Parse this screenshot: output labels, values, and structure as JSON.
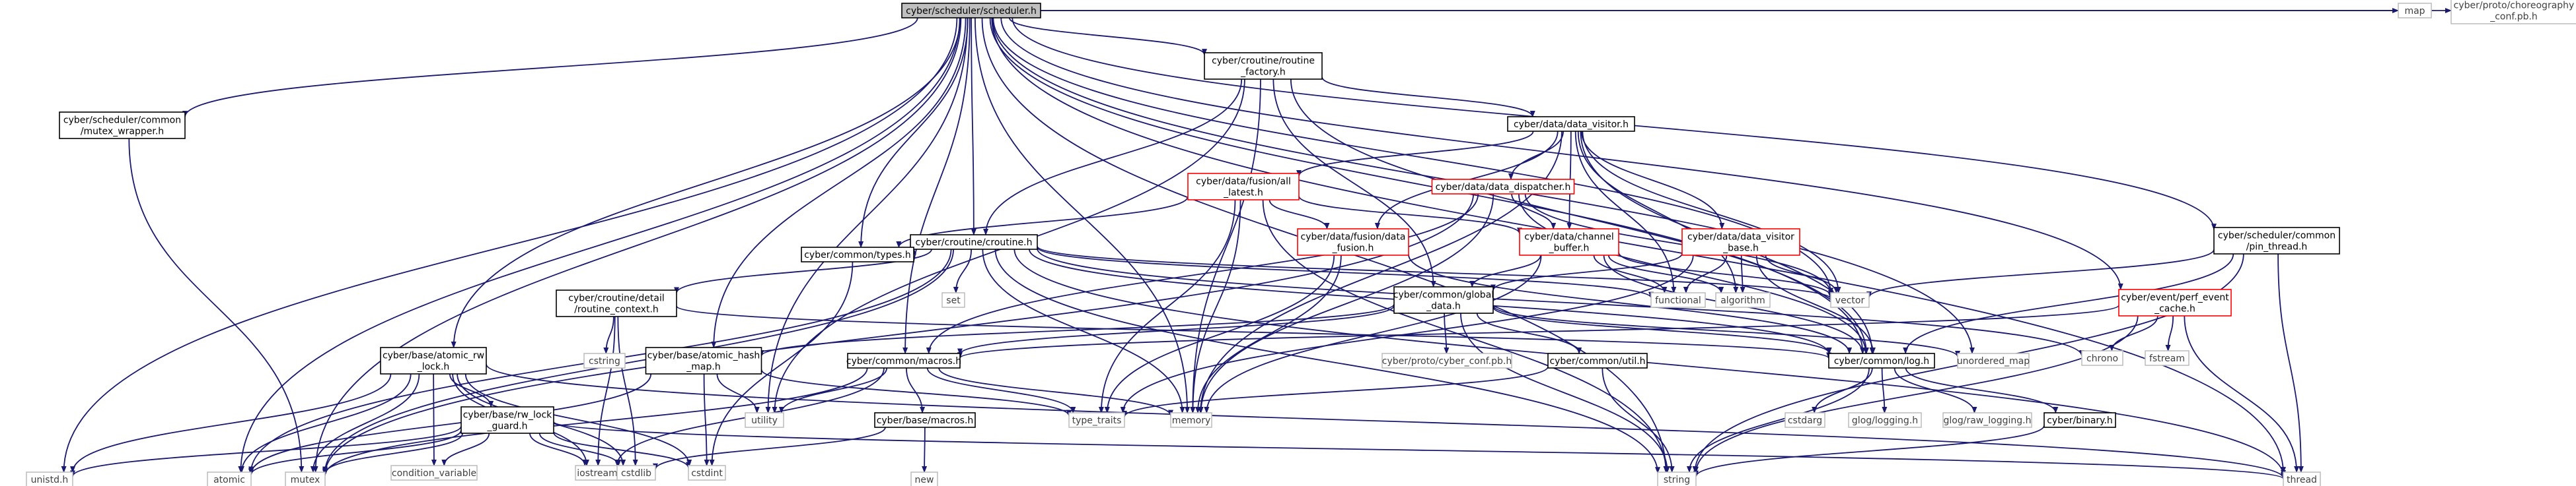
{
  "nodes": [
    {
      "id": "root",
      "lines": [
        "cyber/scheduler/scheduler.h"
      ],
      "style": "root"
    },
    {
      "id": "unistd",
      "lines": [
        "unistd.h"
      ],
      "style": "grey"
    },
    {
      "id": "atomic",
      "lines": [
        "atomic"
      ],
      "style": "grey"
    },
    {
      "id": "mutex",
      "lines": [
        "mutex"
      ],
      "style": "grey"
    },
    {
      "id": "mutex_wrapper",
      "lines": [
        "cyber/scheduler/common",
        "/mutex_wrapper.h"
      ],
      "style": "black"
    },
    {
      "id": "routine_factory",
      "lines": [
        "cyber/croutine/routine",
        "_factory.h"
      ],
      "style": "black"
    },
    {
      "id": "data_visitor",
      "lines": [
        "cyber/data/data_visitor.h"
      ],
      "style": "black"
    },
    {
      "id": "all_latest",
      "lines": [
        "cyber/data/fusion/all",
        "_latest.h"
      ],
      "style": "red"
    },
    {
      "id": "data_dispatcher",
      "lines": [
        "cyber/data/data_dispatcher.h"
      ],
      "style": "red"
    },
    {
      "id": "data_fusion",
      "lines": [
        "cyber/data/fusion/data",
        "_fusion.h"
      ],
      "style": "red"
    },
    {
      "id": "channel_buffer",
      "lines": [
        "cyber/data/channel",
        "_buffer.h"
      ],
      "style": "red"
    },
    {
      "id": "data_visitor_base",
      "lines": [
        "cyber/data/data_visitor",
        "_base.h"
      ],
      "style": "red"
    },
    {
      "id": "croutine",
      "lines": [
        "cyber/croutine/croutine.h"
      ],
      "style": "black"
    },
    {
      "id": "types",
      "lines": [
        "cyber/common/types.h"
      ],
      "style": "black"
    },
    {
      "id": "set",
      "lines": [
        "set"
      ],
      "style": "grey"
    },
    {
      "id": "routine_context",
      "lines": [
        "cyber/croutine/detail",
        "/routine_context.h"
      ],
      "style": "black"
    },
    {
      "id": "cstring",
      "lines": [
        "cstring"
      ],
      "style": "grey"
    },
    {
      "id": "global_data",
      "lines": [
        "cyber/common/global",
        "_data.h"
      ],
      "style": "black"
    },
    {
      "id": "functional",
      "lines": [
        "functional"
      ],
      "style": "grey"
    },
    {
      "id": "algorithm",
      "lines": [
        "algorithm"
      ],
      "style": "grey"
    },
    {
      "id": "vector",
      "lines": [
        "vector"
      ],
      "style": "grey"
    },
    {
      "id": "pin_thread",
      "lines": [
        "cyber/scheduler/common",
        "/pin_thread.h"
      ],
      "style": "black"
    },
    {
      "id": "map",
      "lines": [
        "map"
      ],
      "style": "grey"
    },
    {
      "id": "choreography",
      "lines": [
        "cyber/proto/choreography",
        "_conf.pb.h"
      ],
      "style": "grey"
    },
    {
      "id": "perf_event_cache",
      "lines": [
        "cyber/event/perf_event",
        "_cache.h"
      ],
      "style": "red"
    },
    {
      "id": "chrono",
      "lines": [
        "chrono"
      ],
      "style": "grey"
    },
    {
      "id": "fstream",
      "lines": [
        "fstream"
      ],
      "style": "grey"
    },
    {
      "id": "atomic_rw_lock",
      "lines": [
        "cyber/base/atomic_rw",
        "_lock.h"
      ],
      "style": "black"
    },
    {
      "id": "atomic_hash_map",
      "lines": [
        "cyber/base/atomic_hash",
        "_map.h"
      ],
      "style": "black"
    },
    {
      "id": "macros",
      "lines": [
        "cyber/common/macros.h"
      ],
      "style": "black"
    },
    {
      "id": "cyber_conf",
      "lines": [
        "cyber/proto/cyber_conf.pb.h"
      ],
      "style": "grey"
    },
    {
      "id": "util",
      "lines": [
        "cyber/common/util.h"
      ],
      "style": "black"
    },
    {
      "id": "log",
      "lines": [
        "cyber/common/log.h"
      ],
      "style": "black"
    },
    {
      "id": "unordered_map",
      "lines": [
        "unordered_map"
      ],
      "style": "grey"
    },
    {
      "id": "rw_lock_guard",
      "lines": [
        "cyber/base/rw_lock",
        "_guard.h"
      ],
      "style": "black"
    },
    {
      "id": "base_macros",
      "lines": [
        "cyber/base/macros.h"
      ],
      "style": "black"
    },
    {
      "id": "utility",
      "lines": [
        "utility"
      ],
      "style": "grey"
    },
    {
      "id": "type_traits",
      "lines": [
        "type_traits"
      ],
      "style": "grey"
    },
    {
      "id": "memory",
      "lines": [
        "memory"
      ],
      "style": "grey"
    },
    {
      "id": "cstdarg",
      "lines": [
        "cstdarg"
      ],
      "style": "grey"
    },
    {
      "id": "glog_logging",
      "lines": [
        "glog/logging.h"
      ],
      "style": "grey"
    },
    {
      "id": "glog_raw_logging",
      "lines": [
        "glog/raw_logging.h"
      ],
      "style": "grey"
    },
    {
      "id": "binary",
      "lines": [
        "cyber/binary.h"
      ],
      "style": "black"
    },
    {
      "id": "condition_variable",
      "lines": [
        "condition_variable"
      ],
      "style": "grey"
    },
    {
      "id": "iostream",
      "lines": [
        "iostream"
      ],
      "style": "grey"
    },
    {
      "id": "cstdlib",
      "lines": [
        "cstdlib"
      ],
      "style": "grey"
    },
    {
      "id": "cstdint",
      "lines": [
        "cstdint"
      ],
      "style": "grey"
    },
    {
      "id": "new",
      "lines": [
        "new"
      ],
      "style": "grey"
    },
    {
      "id": "string",
      "lines": [
        "string"
      ],
      "style": "grey"
    },
    {
      "id": "thread",
      "lines": [
        "thread"
      ],
      "style": "grey"
    }
  ],
  "edges": [
    [
      "root",
      "unistd"
    ],
    [
      "root",
      "atomic"
    ],
    [
      "root",
      "mutex"
    ],
    [
      "root",
      "mutex_wrapper"
    ],
    [
      "root",
      "routine_factory"
    ],
    [
      "root",
      "croutine"
    ],
    [
      "root",
      "types"
    ],
    [
      "root",
      "atomic_rw_lock"
    ],
    [
      "root",
      "atomic_hash_map"
    ],
    [
      "root",
      "macros"
    ],
    [
      "root",
      "memory"
    ],
    [
      "root",
      "utility"
    ],
    [
      "root",
      "log"
    ],
    [
      "root",
      "vector"
    ],
    [
      "root",
      "unordered_map"
    ],
    [
      "root",
      "pin_thread"
    ],
    [
      "root",
      "map"
    ],
    [
      "root",
      "choreography"
    ],
    [
      "root",
      "perf_event_cache"
    ],
    [
      "root",
      "string"
    ],
    [
      "root",
      "thread"
    ],
    [
      "mutex_wrapper",
      "mutex"
    ],
    [
      "routine_factory",
      "data_visitor"
    ],
    [
      "routine_factory",
      "croutine"
    ],
    [
      "routine_factory",
      "global_data"
    ],
    [
      "routine_factory",
      "memory"
    ],
    [
      "routine_factory",
      "utility"
    ],
    [
      "routine_factory",
      "log"
    ],
    [
      "data_visitor",
      "all_latest"
    ],
    [
      "data_visitor",
      "data_dispatcher"
    ],
    [
      "data_visitor",
      "data_fusion"
    ],
    [
      "data_visitor",
      "channel_buffer"
    ],
    [
      "data_visitor",
      "data_visitor_base"
    ],
    [
      "data_visitor",
      "functional"
    ],
    [
      "data_visitor",
      "algorithm"
    ],
    [
      "data_visitor",
      "vector"
    ],
    [
      "data_visitor",
      "log"
    ],
    [
      "data_visitor",
      "memory"
    ],
    [
      "all_latest",
      "data_fusion"
    ],
    [
      "all_latest",
      "channel_buffer"
    ],
    [
      "all_latest",
      "types"
    ],
    [
      "all_latest",
      "memory"
    ],
    [
      "all_latest",
      "type_traits"
    ],
    [
      "all_latest",
      "string"
    ],
    [
      "data_dispatcher",
      "channel_buffer"
    ],
    [
      "data_dispatcher",
      "macros"
    ],
    [
      "data_dispatcher",
      "log"
    ],
    [
      "data_dispatcher",
      "vector"
    ],
    [
      "data_dispatcher",
      "mutex"
    ],
    [
      "data_dispatcher",
      "memory"
    ],
    [
      "data_fusion",
      "memory"
    ],
    [
      "data_fusion",
      "type_traits"
    ],
    [
      "data_fusion",
      "log"
    ],
    [
      "channel_buffer",
      "global_data"
    ],
    [
      "channel_buffer",
      "log"
    ],
    [
      "channel_buffer",
      "functional"
    ],
    [
      "channel_buffer",
      "algorithm"
    ],
    [
      "channel_buffer",
      "vector"
    ],
    [
      "channel_buffer",
      "memory"
    ],
    [
      "data_visitor_base",
      "global_data"
    ],
    [
      "data_visitor_base",
      "log"
    ],
    [
      "data_visitor_base",
      "functional"
    ],
    [
      "data_visitor_base",
      "algorithm"
    ],
    [
      "data_visitor_base",
      "vector"
    ],
    [
      "data_visitor_base",
      "type_traits"
    ],
    [
      "croutine",
      "routine_context"
    ],
    [
      "croutine",
      "types"
    ],
    [
      "croutine",
      "set"
    ],
    [
      "croutine",
      "log"
    ],
    [
      "croutine",
      "functional"
    ],
    [
      "croutine",
      "vector"
    ],
    [
      "croutine",
      "atomic"
    ],
    [
      "croutine",
      "mutex"
    ],
    [
      "croutine",
      "memory"
    ],
    [
      "croutine",
      "chrono"
    ],
    [
      "croutine",
      "string"
    ],
    [
      "croutine",
      "thread"
    ],
    [
      "types",
      "cstdint"
    ],
    [
      "routine_context",
      "cstring"
    ],
    [
      "routine_context",
      "cstdlib"
    ],
    [
      "routine_context",
      "iostream"
    ],
    [
      "routine_context",
      "log"
    ],
    [
      "global_data",
      "atomic_hash_map"
    ],
    [
      "global_data",
      "cyber_conf"
    ],
    [
      "global_data",
      "util"
    ],
    [
      "global_data",
      "log"
    ],
    [
      "global_data",
      "macros"
    ],
    [
      "global_data",
      "unordered_map"
    ],
    [
      "global_data",
      "string"
    ],
    [
      "pin_thread",
      "log"
    ],
    [
      "pin_thread",
      "vector"
    ],
    [
      "pin_thread",
      "string"
    ],
    [
      "pin_thread",
      "thread"
    ],
    [
      "perf_event_cache",
      "macros"
    ],
    [
      "perf_event_cache",
      "chrono"
    ],
    [
      "perf_event_cache",
      "fstream"
    ],
    [
      "perf_event_cache",
      "string"
    ],
    [
      "perf_event_cache",
      "thread"
    ],
    [
      "atomic_rw_lock",
      "rw_lock_guard"
    ],
    [
      "atomic_rw_lock",
      "unistd"
    ],
    [
      "atomic_rw_lock",
      "atomic"
    ],
    [
      "atomic_rw_lock",
      "condition_variable"
    ],
    [
      "atomic_rw_lock",
      "cstdlib"
    ],
    [
      "atomic_rw_lock",
      "cstdint"
    ],
    [
      "atomic_rw_lock",
      "iostream"
    ],
    [
      "atomic_rw_lock",
      "mutex"
    ],
    [
      "atomic_rw_lock",
      "thread"
    ],
    [
      "atomic_hash_map",
      "atomic"
    ],
    [
      "atomic_hash_map",
      "cstdint"
    ],
    [
      "atomic_hash_map",
      "type_traits"
    ],
    [
      "atomic_hash_map",
      "utility"
    ],
    [
      "macros",
      "base_macros"
    ],
    [
      "macros",
      "iostream"
    ],
    [
      "macros",
      "memory"
    ],
    [
      "macros",
      "mutex"
    ],
    [
      "macros",
      "type_traits"
    ],
    [
      "macros",
      "utility"
    ],
    [
      "util",
      "type_traits"
    ],
    [
      "util",
      "string"
    ],
    [
      "log",
      "cstdarg"
    ],
    [
      "log",
      "glog_logging"
    ],
    [
      "log",
      "glog_raw_logging"
    ],
    [
      "log",
      "binary"
    ],
    [
      "log",
      "string"
    ],
    [
      "rw_lock_guard",
      "unistd"
    ],
    [
      "rw_lock_guard",
      "atomic"
    ],
    [
      "rw_lock_guard",
      "condition_variable"
    ],
    [
      "rw_lock_guard",
      "cstdint"
    ],
    [
      "rw_lock_guard",
      "cstdlib"
    ],
    [
      "rw_lock_guard",
      "iostream"
    ],
    [
      "rw_lock_guard",
      "mutex"
    ],
    [
      "rw_lock_guard",
      "thread"
    ],
    [
      "base_macros",
      "cstdlib"
    ],
    [
      "base_macros",
      "new"
    ],
    [
      "binary",
      "string"
    ]
  ]
}
